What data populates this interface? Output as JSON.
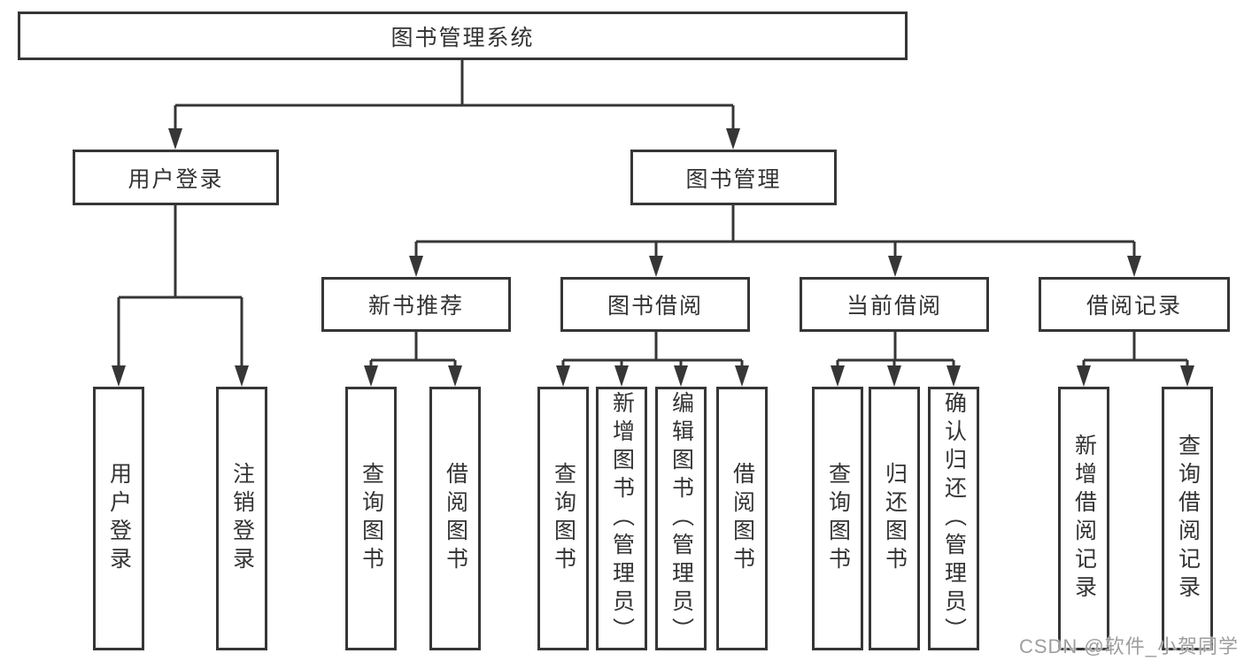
{
  "diagram": {
    "title": "图书管理系统",
    "level2": {
      "user_login": "用户登录",
      "book_management": "图书管理"
    },
    "level3": {
      "new_book_recommend": "新书推荐",
      "book_borrow": "图书借阅",
      "current_borrow": "当前借阅",
      "borrow_records": "借阅记录"
    },
    "leaves": {
      "user_login": "用户登录",
      "logout": "注销登录",
      "nb_query_books": "查询图书",
      "nb_borrow_books": "借阅图书",
      "bb_query_books": "查询图书",
      "bb_add_books": "新增图书（管理员）",
      "bb_edit_books": "编辑图书（管理员）",
      "bb_borrow_books": "借阅图书",
      "cb_query_books": "查询图书",
      "cb_return_books": "归还图书",
      "cb_confirm_return": "确认归还（管理员）",
      "br_add_record": "新增借阅记录",
      "br_query_record": "查询借阅记录"
    }
  },
  "watermark": "CSDN @软件_小贺同学",
  "colors": {
    "line": "#363636",
    "box_border": "#363636",
    "text": "#333333",
    "watermark": "#9e9e9e",
    "background": "#ffffff"
  }
}
